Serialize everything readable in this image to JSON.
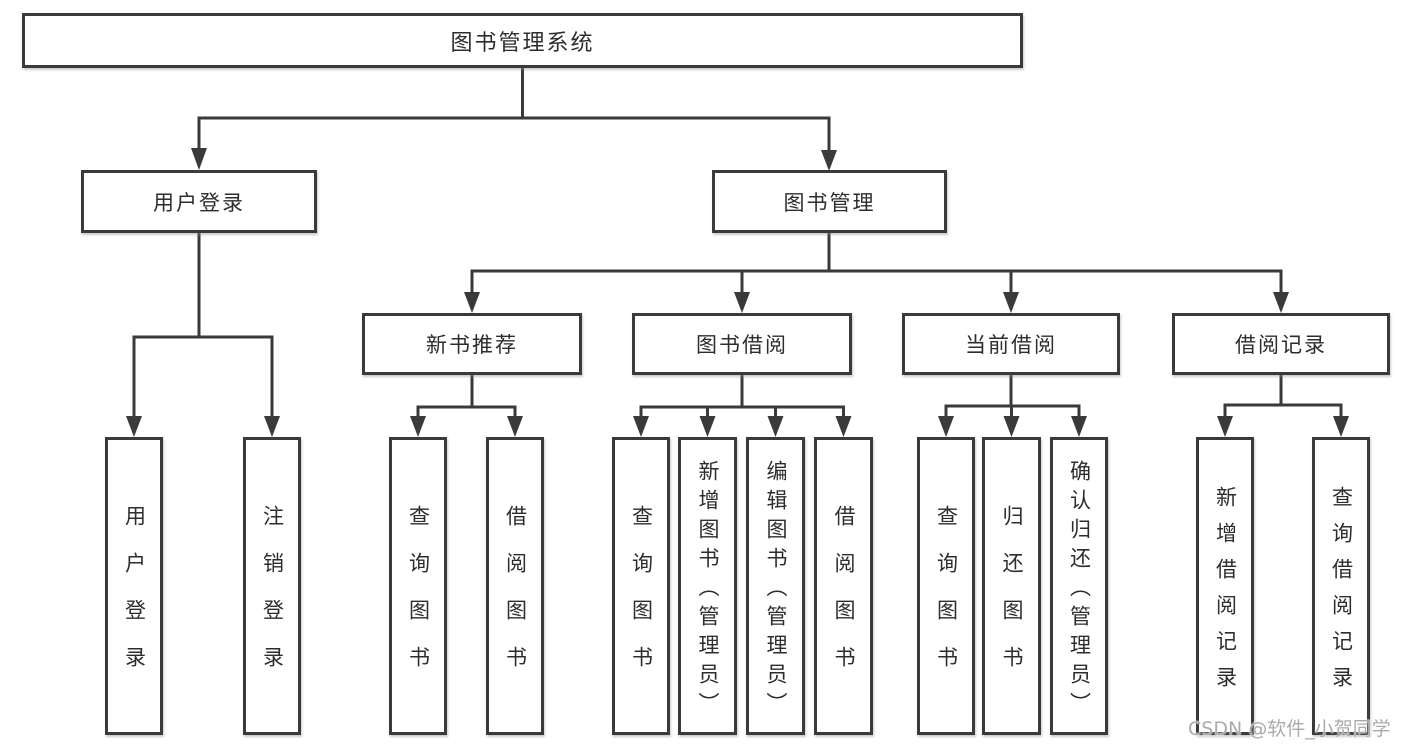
{
  "diagram": {
    "watermark": "CSDN @软件_小贺同学",
    "colors": {
      "line": "#3a3a3a",
      "box_border": "#3a3a3a",
      "box_background": "#ffffff",
      "text": "#2d2d2d",
      "watermark_text": "#ababab"
    },
    "root": {
      "label": "图书管理系统"
    },
    "branches": [
      {
        "label": "用户登录",
        "children": [
          {
            "label": "用户登录"
          },
          {
            "label": "注销登录"
          }
        ]
      },
      {
        "label": "图书管理",
        "children": [
          {
            "label": "新书推荐",
            "children": [
              {
                "label": "查询图书"
              },
              {
                "label": "借阅图书"
              }
            ]
          },
          {
            "label": "图书借阅",
            "children": [
              {
                "label": "查询图书"
              },
              {
                "label": "新增图书（管理员）"
              },
              {
                "label": "编辑图书（管理员）"
              },
              {
                "label": "借阅图书"
              }
            ]
          },
          {
            "label": "当前借阅",
            "children": [
              {
                "label": "查询图书"
              },
              {
                "label": "归还图书"
              },
              {
                "label": "确认归还（管理员）"
              }
            ]
          },
          {
            "label": "借阅记录",
            "children": [
              {
                "label": "新增借阅记录"
              },
              {
                "label": "查询借阅记录"
              }
            ]
          }
        ]
      }
    ]
  }
}
